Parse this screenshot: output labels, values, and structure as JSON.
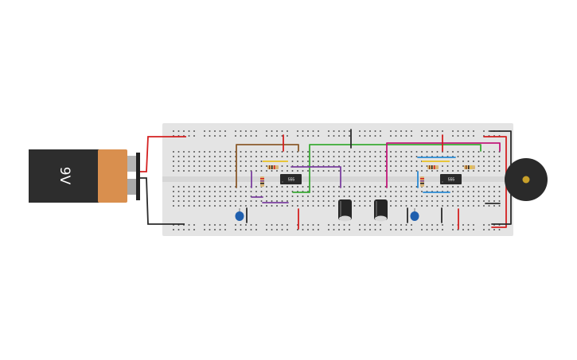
{
  "battery": {
    "label": "9V",
    "color_body": "#2d2d2d",
    "color_cap": "#d98f4e"
  },
  "ics": [
    {
      "name": "ic-555-left",
      "label": "555"
    },
    {
      "name": "ic-555-right",
      "label": "555"
    }
  ],
  "buzzer": {
    "color": "#2a2a2a",
    "accent": "#c8a02a"
  },
  "breadboard": {
    "color": "#e4e4e4",
    "hole_color": "#3a3a3a"
  },
  "wire_colors": {
    "red": "#d42020",
    "black": "#2a2a2a",
    "brown": "#8b5a2b",
    "green": "#3aaa35",
    "purple": "#7b3fa0",
    "magenta": "#c2187a",
    "blue": "#2a8ad4",
    "yellow": "#e8c53a"
  }
}
